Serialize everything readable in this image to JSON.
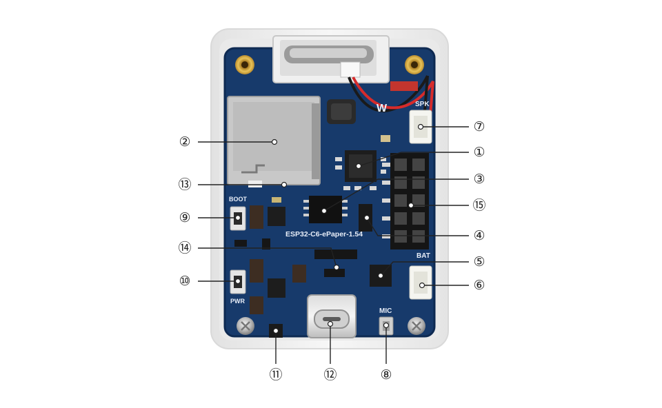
{
  "board": {
    "silkscreen_name": "ESP32-C6-ePaper-1.54",
    "labels": {
      "boot": "BOOT",
      "pwr": "PWR",
      "spk": "SPK",
      "bat": "BAT",
      "mic": "MIC",
      "logo": "W"
    }
  },
  "colors": {
    "pcb": "#173a6b",
    "enclosure": "#eeeeee",
    "copper": "#d7a53c",
    "callout_line": "#222222"
  },
  "callouts": [
    {
      "id": "c1",
      "number": "1",
      "symbol": "①"
    },
    {
      "id": "c2",
      "number": "2",
      "symbol": "②"
    },
    {
      "id": "c3",
      "number": "3",
      "symbol": "③"
    },
    {
      "id": "c4",
      "number": "4",
      "symbol": "④"
    },
    {
      "id": "c5",
      "number": "5",
      "symbol": "⑤"
    },
    {
      "id": "c6",
      "number": "6",
      "symbol": "⑥"
    },
    {
      "id": "c7",
      "number": "7",
      "symbol": "⑦"
    },
    {
      "id": "c8",
      "number": "8",
      "symbol": "⑧"
    },
    {
      "id": "c9",
      "number": "9",
      "symbol": "⑨"
    },
    {
      "id": "c10",
      "number": "10",
      "symbol": "⑩"
    },
    {
      "id": "c11",
      "number": "11",
      "symbol": "⑪"
    },
    {
      "id": "c12",
      "number": "12",
      "symbol": "⑫"
    },
    {
      "id": "c13",
      "number": "13",
      "symbol": "⑬"
    },
    {
      "id": "c14",
      "number": "14",
      "symbol": "⑭"
    },
    {
      "id": "c15",
      "number": "15",
      "symbol": "⑮"
    }
  ]
}
